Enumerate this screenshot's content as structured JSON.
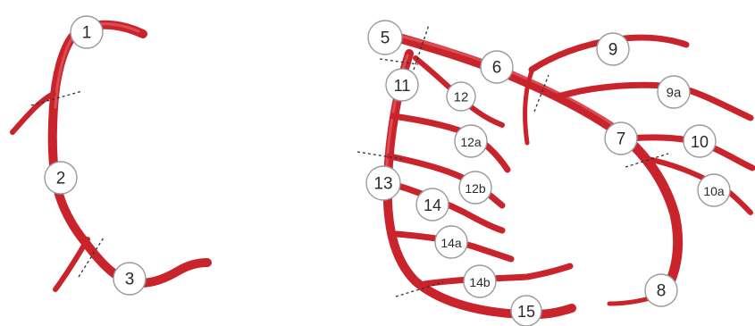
{
  "diagram": {
    "right_coronary": {
      "segments": [
        "1",
        "2",
        "3"
      ]
    },
    "left_coronary": {
      "segments": [
        "5",
        "6",
        "7",
        "8",
        "9",
        "9a",
        "10",
        "10a",
        "11",
        "12",
        "12a",
        "12b",
        "13",
        "14",
        "14a",
        "14b",
        "15"
      ]
    }
  },
  "colors": {
    "artery": "#c9232c",
    "artery_highlight": "#ec6f72",
    "label_border": "#9a9a9a",
    "cut_line": "#333333"
  }
}
